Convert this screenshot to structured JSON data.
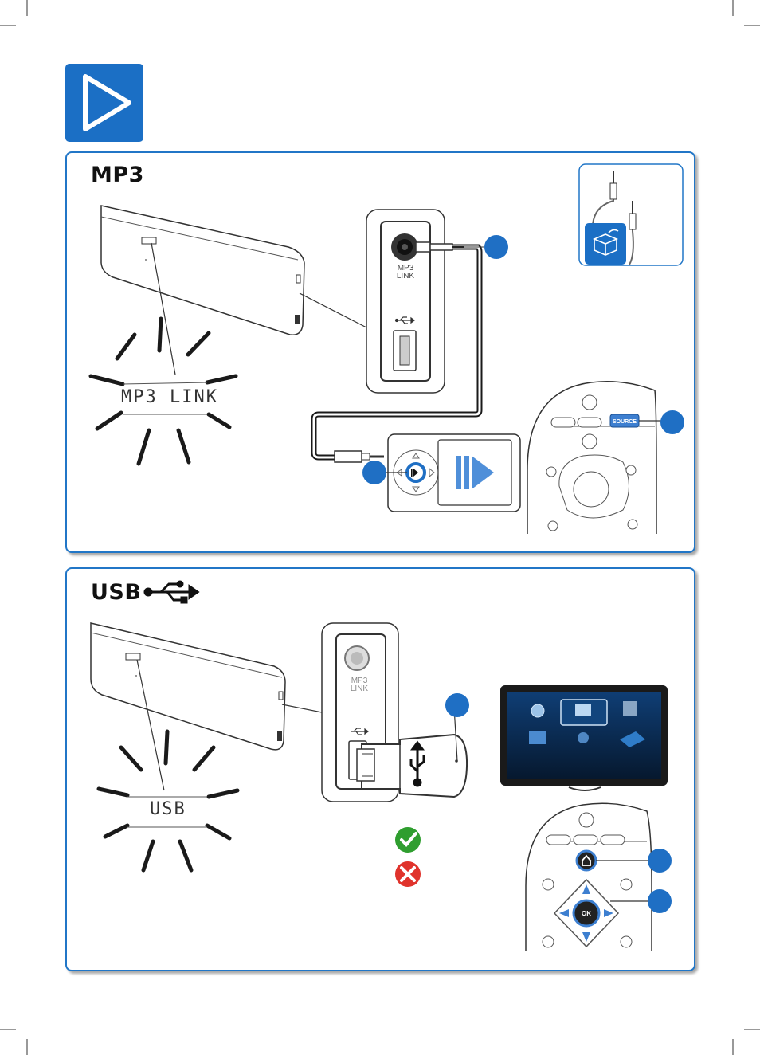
{
  "icons": {
    "play_badge": "play-icon",
    "usb_symbol": "usb-icon",
    "supplied_cable_box": "box-icon",
    "check": "checkmark-icon",
    "cross": "cross-icon",
    "home": "home-icon"
  },
  "colors": {
    "accent_blue": "#2176c7",
    "callout_blue": "#1f6fc4",
    "ok_green": "#2f9e2f",
    "error_red": "#e0332c"
  },
  "mp3_section": {
    "title": "MP3",
    "display_text": "MP3 LINK",
    "jack_label_line1": "MP3",
    "jack_label_line2": "LINK",
    "source_button_label": "SOURCE"
  },
  "usb_section": {
    "title": "USB",
    "display_text": "USB",
    "jack_label_line1": "MP3",
    "jack_label_line2": "LINK",
    "ok_button_label": "OK"
  }
}
